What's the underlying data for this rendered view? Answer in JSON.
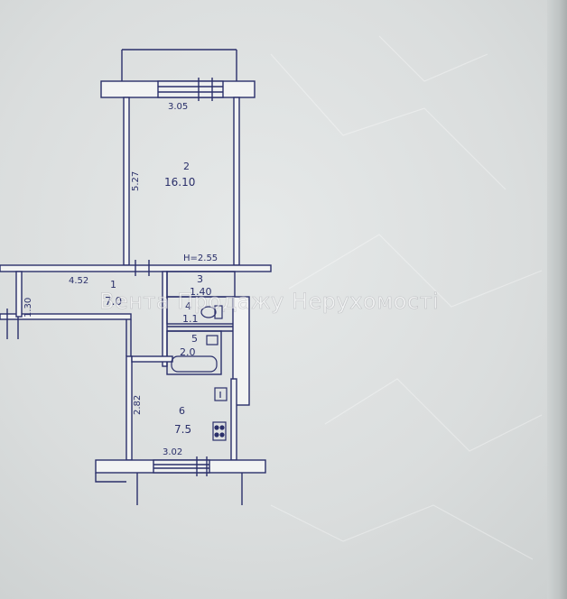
{
  "plan": {
    "rooms": [
      {
        "number": "1",
        "area": "7.0"
      },
      {
        "number": "2",
        "area": "16.10"
      },
      {
        "number": "3",
        "area": "1.40"
      },
      {
        "number": "4",
        "area": "1.1"
      },
      {
        "number": "5",
        "area": "2.0"
      },
      {
        "number": "6",
        "area": "7.5"
      }
    ],
    "dimensions": {
      "room2_width": "3.05",
      "room2_length": "5.27",
      "ceiling_height": "H=2.55",
      "corridor_length": "4.52",
      "corridor_width": "1.30",
      "kitchen_length": "2.82",
      "kitchen_width": "3.02"
    },
    "watermark": "Вента Продажу Нерухомості"
  },
  "colors": {
    "ink": "#2a2f6a",
    "paper": "#dcdfdf",
    "wall_fill": "#f2f3f3"
  }
}
